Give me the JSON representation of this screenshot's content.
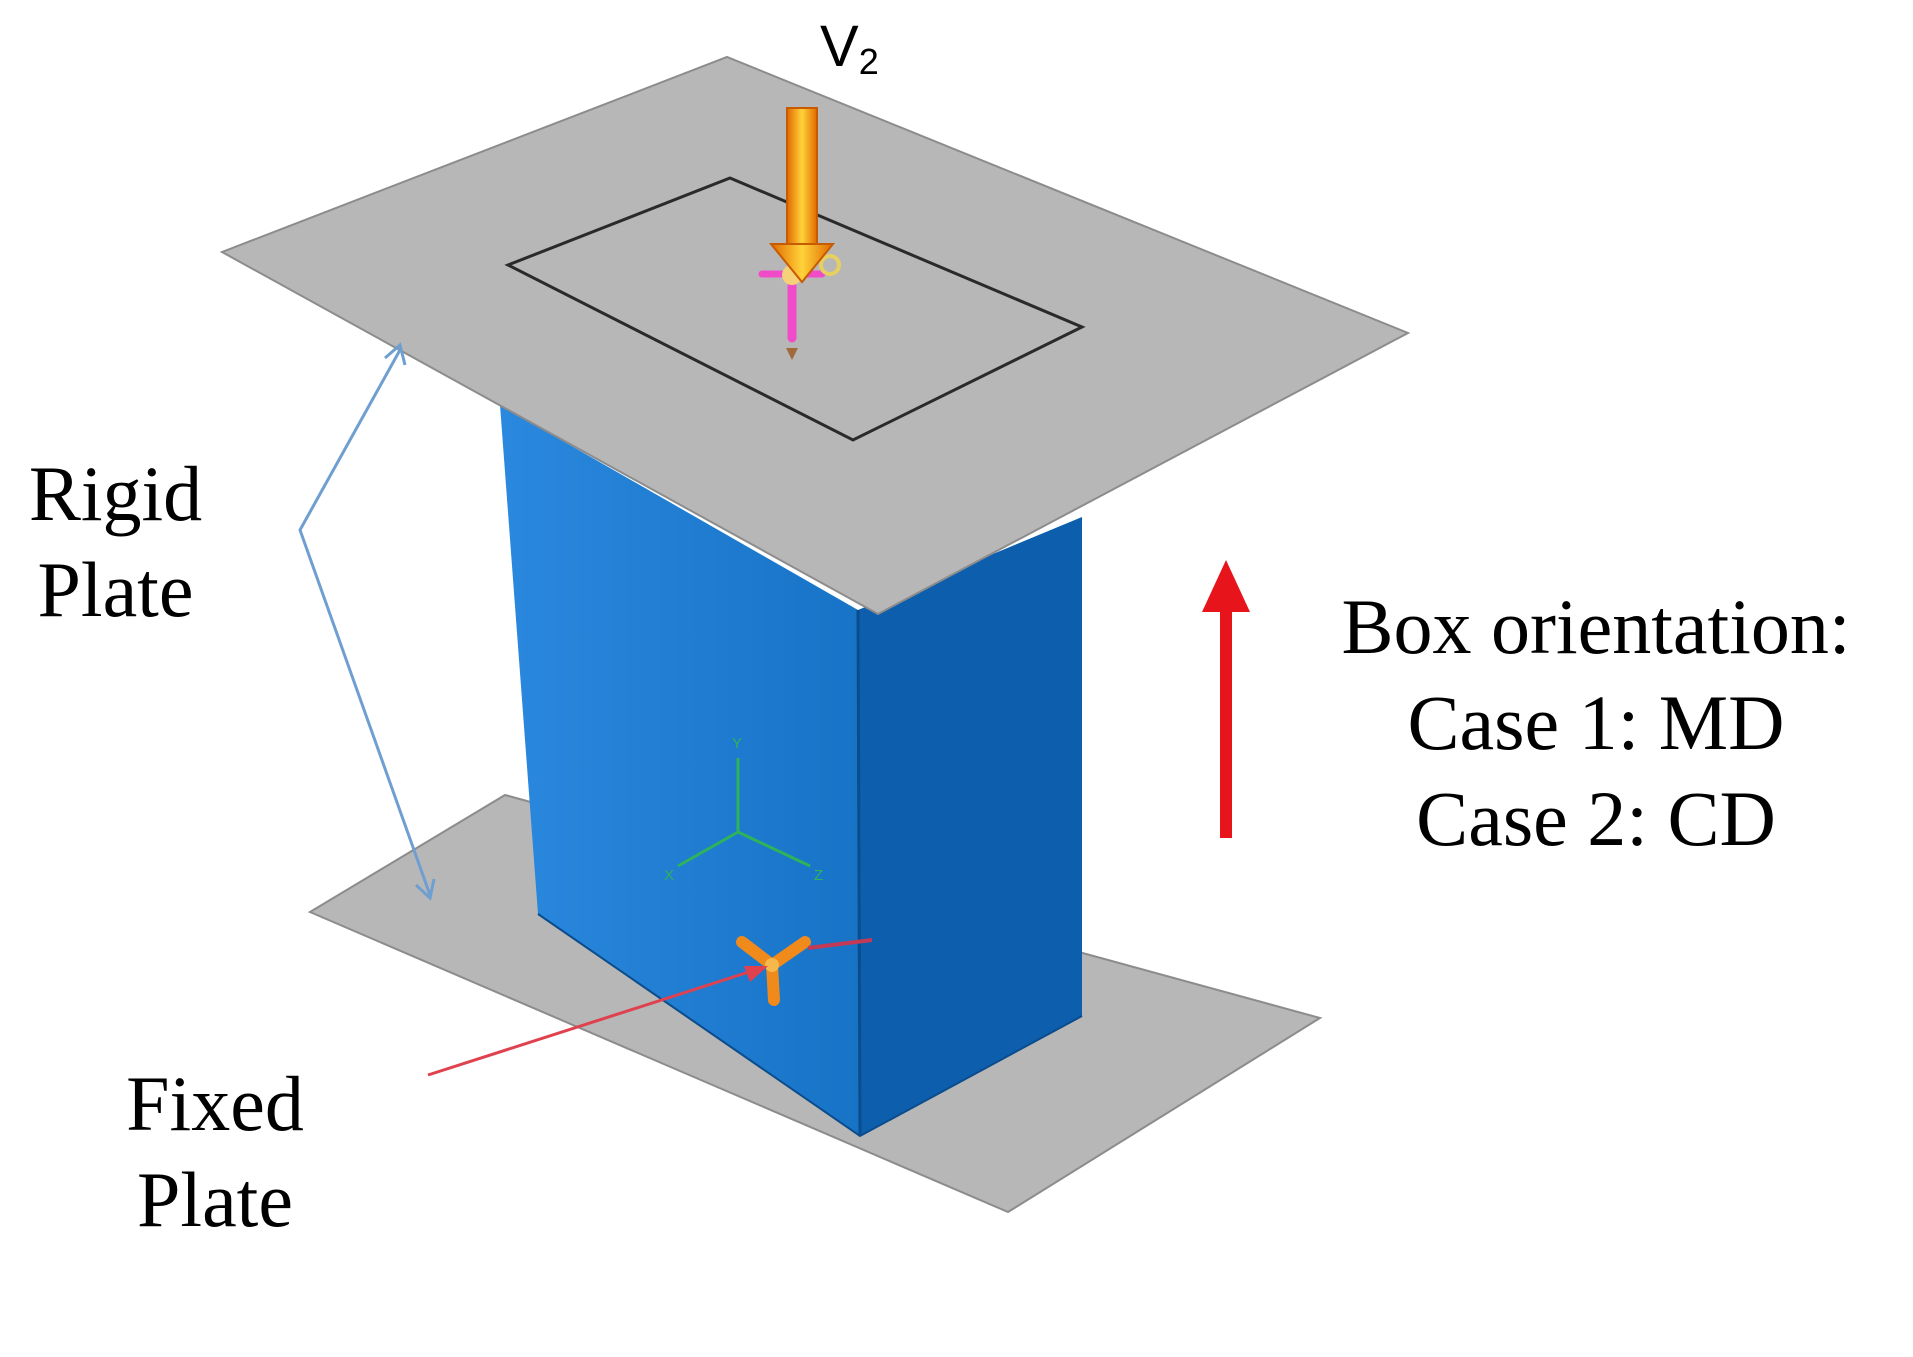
{
  "labels": {
    "load": {
      "main": "V",
      "sub": "2"
    },
    "rigid_plate": {
      "line1": "Rigid",
      "line2": "Plate"
    },
    "fixed_plate": {
      "line1": "Fixed",
      "line2": "Plate"
    },
    "box_orientation": {
      "title": "Box orientation:",
      "case1": "Case 1: MD",
      "case2": "Case 2: CD"
    },
    "triad": {
      "y": "Y",
      "x": "X",
      "z": "Z"
    }
  },
  "colors": {
    "plate_fill": "#b7b7b7",
    "plate_edge": "#8c8c8c",
    "box_front": "#1f7fd6",
    "box_side": "#0d5fae",
    "load_arrow": "#f7a21b",
    "orientation_arrow": "#e8141b",
    "leader_blue": "#6f9fd1",
    "leader_red": "#e0414f",
    "triad_green": "#2eb35a"
  }
}
